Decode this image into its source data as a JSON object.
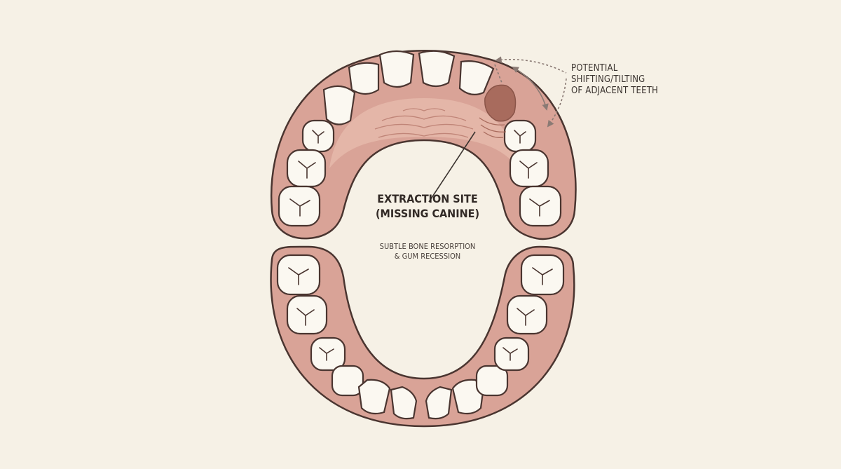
{
  "labels": {
    "shifting": [
      "POTENTIAL",
      "SHIFTING/TILTING",
      "OF ADJACENT TEETH"
    ],
    "site_title": [
      "EXTRACTION SITE",
      "(MISSING CANINE)"
    ],
    "site_subtitle": [
      "SUBTLE BONE RESORPTION",
      "& GUM RECESSION"
    ]
  },
  "colors": {
    "background": "#f6f1e6",
    "gum": "#d9a397",
    "gum_dark": "#b87a6d",
    "palate": "#e4b6a8",
    "tooth": "#fbf8f1",
    "outline": "#4a3530",
    "socket": "#a86b5d",
    "annotation": "#8a7a74"
  },
  "icons": {
    "extraction_socket": "socket-icon",
    "shift_arrows": "curved-arrow-icon"
  }
}
